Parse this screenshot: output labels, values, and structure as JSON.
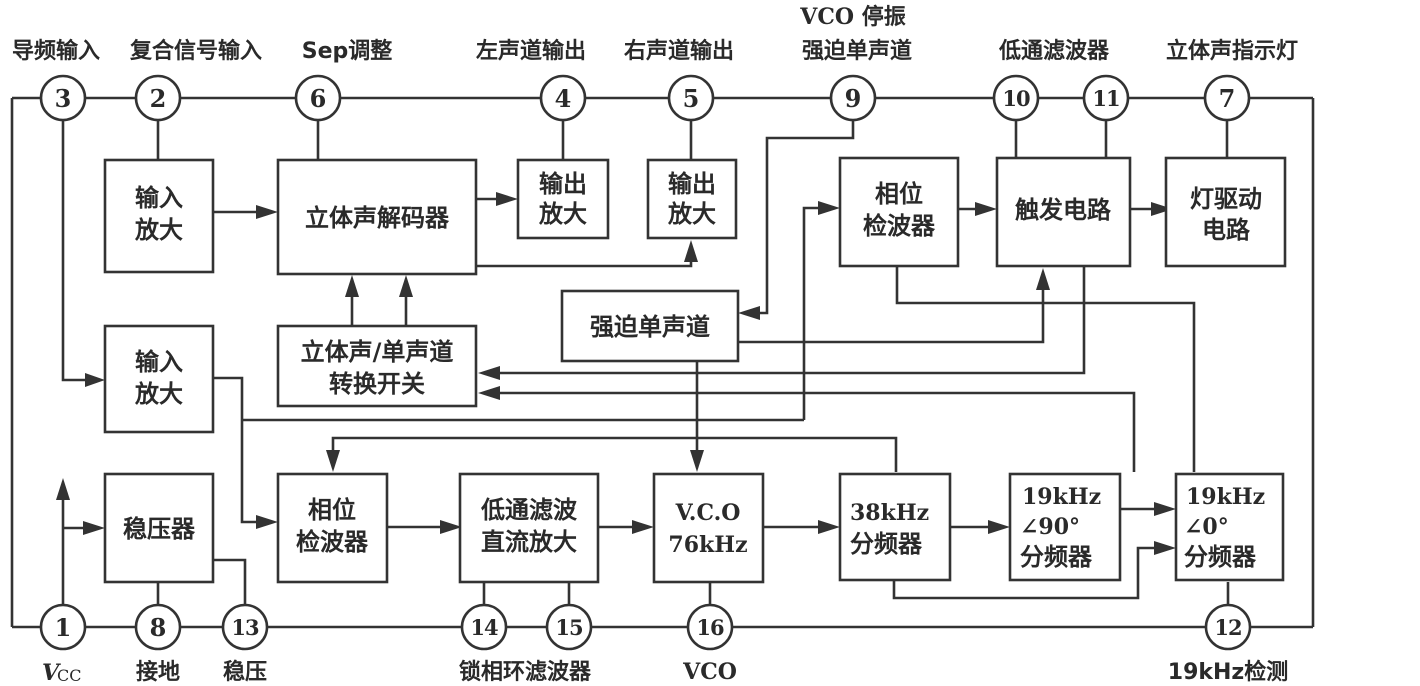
{
  "title": "Stereo decoder IC block diagram",
  "pins": [
    {
      "number": "3",
      "label": "导频输入"
    },
    {
      "number": "2",
      "label": "复合信号输入"
    },
    {
      "number": "6",
      "label": "Sep调整"
    },
    {
      "number": "4",
      "label": "左声道输出"
    },
    {
      "number": "5",
      "label": "右声道输出"
    },
    {
      "number": "9",
      "label": "强迫单声道",
      "label_line2_above": "VCO 停振"
    },
    {
      "number": "10",
      "label": "低通滤波器"
    },
    {
      "number": "11",
      "label": ""
    },
    {
      "number": "7",
      "label": "立体声指示灯"
    },
    {
      "number": "1",
      "label": "VCC"
    },
    {
      "number": "8",
      "label": "接地"
    },
    {
      "number": "13",
      "label": "稳压"
    },
    {
      "number": "14",
      "label": "锁相环滤波器"
    },
    {
      "number": "15",
      "label": ""
    },
    {
      "number": "16",
      "label": "VCO"
    },
    {
      "number": "12",
      "label": "19kHz检测"
    }
  ],
  "blocks": {
    "input_amp_1": [
      "输入",
      "放大"
    ],
    "stereo_decoder": [
      "立体声解码器"
    ],
    "output_amp_left": [
      "输出",
      "放大"
    ],
    "output_amp_right": [
      "输出",
      "放大"
    ],
    "phase_detector_top": [
      "相位",
      "检波器"
    ],
    "trigger_circuit": [
      "触发电路"
    ],
    "lamp_driver": [
      "灯驱动",
      "电路"
    ],
    "input_amp_2": [
      "输入",
      "放大"
    ],
    "stereo_mono_switch": [
      "立体声/单声道",
      "转换开关"
    ],
    "forced_mono": [
      "强迫单声道"
    ],
    "regulator": [
      "稳压器"
    ],
    "phase_detector_bottom": [
      "相位",
      "检波器"
    ],
    "lowpass_dc_amp": [
      "低通滤波",
      "直流放大"
    ],
    "vco": [
      "V.C.O",
      "76kHz"
    ],
    "divider_38k": [
      "38kHz",
      "分频器"
    ],
    "divider_19k_90": [
      "19kHz",
      "∠90°",
      "分频器"
    ],
    "divider_19k_0": [
      "19kHz",
      "∠0°",
      "分频器"
    ]
  },
  "top_labels": {
    "pilot_in": "导频输入",
    "composite_in": "复合信号输入",
    "sep_adjust": "Sep调整",
    "left_out": "左声道输出",
    "right_out": "右声道输出",
    "vco_stop": "VCO 停振",
    "forced_mono": "强迫单声道",
    "lowpass": "低通滤波器",
    "stereo_lamp": "立体声指示灯"
  },
  "bottom_labels": {
    "vcc_v": "V",
    "vcc_sub": "CC",
    "ground": "接地",
    "regulated": "稳压",
    "pll_filter": "锁相环滤波器",
    "vco": "VCO",
    "detect_19k": "19kHz检测"
  }
}
